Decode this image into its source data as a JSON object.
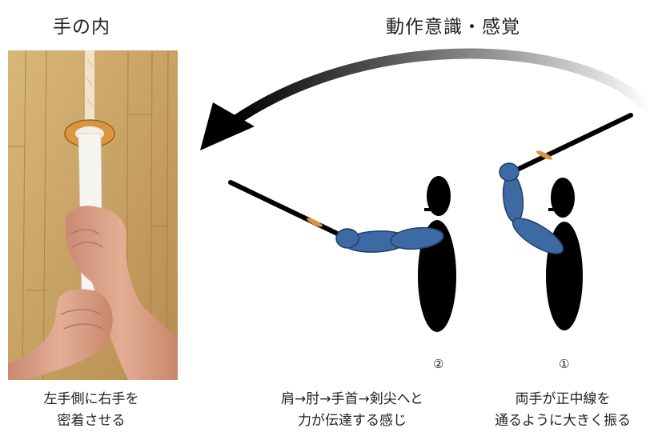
{
  "titles": {
    "left": "手の内",
    "right": "動作意識・感覚"
  },
  "captions": {
    "left": [
      "左手側に右手を",
      "密着させる"
    ],
    "middle": [
      "肩→肘→手首→剣尖へと",
      "力が伝達する感じ"
    ],
    "right": [
      "両手が正中線を",
      "通るように大きく振る"
    ]
  },
  "markers": {
    "middle": "②",
    "right": "①"
  },
  "colors": {
    "arm": "#3e6aa3",
    "figure": "#000000",
    "tsuba": "#d9953f",
    "floor": "#c9a467",
    "skin": "#d9a28a"
  }
}
